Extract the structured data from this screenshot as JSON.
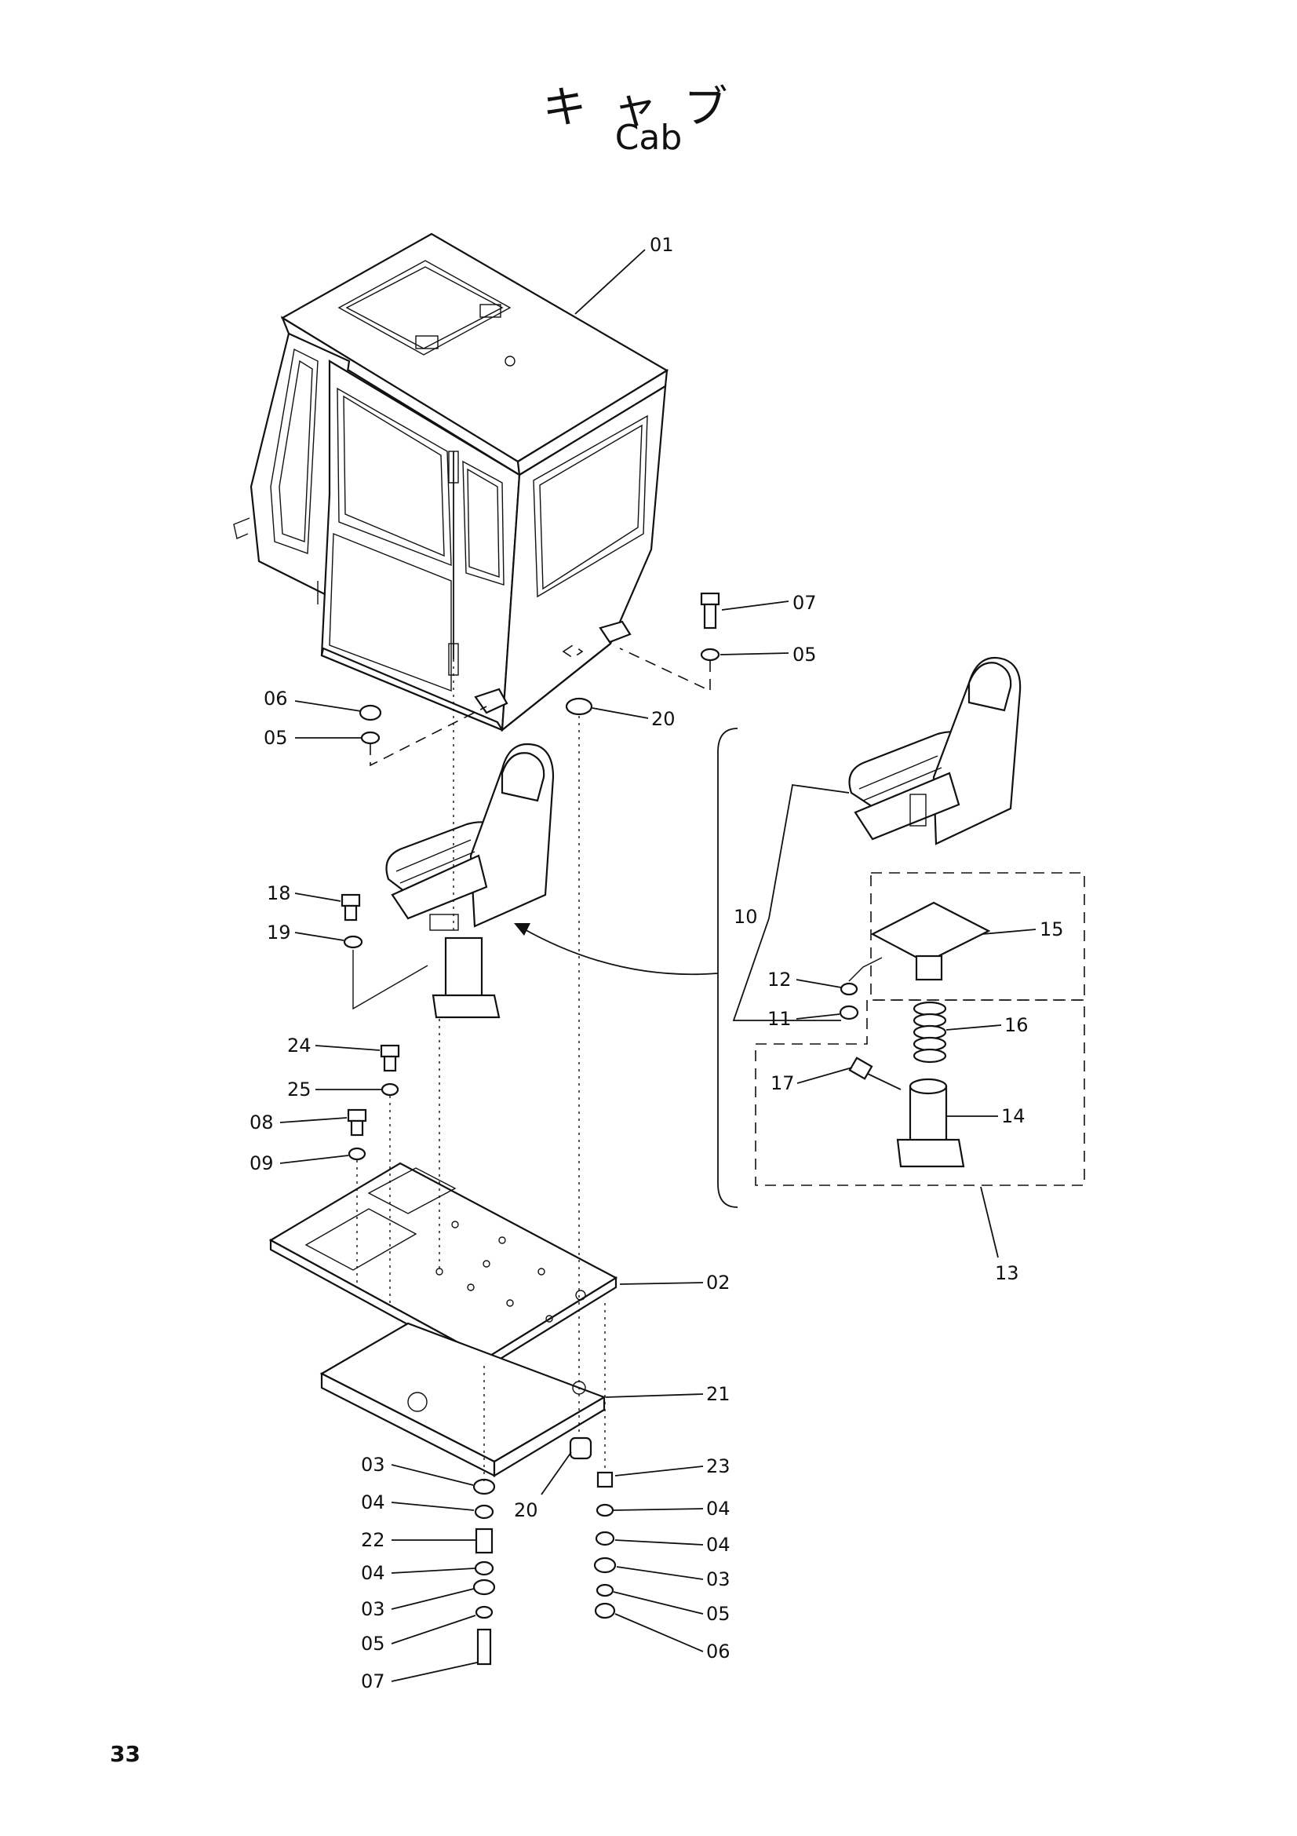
{
  "title_jp": "キャブ",
  "title_en": "Cab",
  "page_number": "33",
  "callouts": [
    {
      "id": "c01",
      "text": "01"
    },
    {
      "id": "c07a",
      "text": "07"
    },
    {
      "id": "c05a",
      "text": "05"
    },
    {
      "id": "c06a",
      "text": "06"
    },
    {
      "id": "c05b",
      "text": "05"
    },
    {
      "id": "c20a",
      "text": "20"
    },
    {
      "id": "c10",
      "text": "10"
    },
    {
      "id": "c15",
      "text": "15"
    },
    {
      "id": "c18",
      "text": "18"
    },
    {
      "id": "c19",
      "text": "19"
    },
    {
      "id": "c12",
      "text": "12"
    },
    {
      "id": "c11",
      "text": "11"
    },
    {
      "id": "c16",
      "text": "16"
    },
    {
      "id": "c24",
      "text": "24"
    },
    {
      "id": "c17",
      "text": "17"
    },
    {
      "id": "c25",
      "text": "25"
    },
    {
      "id": "c14",
      "text": "14"
    },
    {
      "id": "c08",
      "text": "08"
    },
    {
      "id": "c09",
      "text": "09"
    },
    {
      "id": "c13",
      "text": "13"
    },
    {
      "id": "c02",
      "text": "02"
    },
    {
      "id": "c21",
      "text": "21"
    },
    {
      "id": "c03a",
      "text": "03"
    },
    {
      "id": "c23",
      "text": "23"
    },
    {
      "id": "c04a",
      "text": "04"
    },
    {
      "id": "c20b",
      "text": "20"
    },
    {
      "id": "c04b",
      "text": "04"
    },
    {
      "id": "c22",
      "text": "22"
    },
    {
      "id": "c04c",
      "text": "04"
    },
    {
      "id": "c04d",
      "text": "04"
    },
    {
      "id": "c03b",
      "text": "03"
    },
    {
      "id": "c03c",
      "text": "03"
    },
    {
      "id": "c05c",
      "text": "05"
    },
    {
      "id": "c05d",
      "text": "05"
    },
    {
      "id": "c06b",
      "text": "06"
    },
    {
      "id": "c07b",
      "text": "07"
    }
  ]
}
